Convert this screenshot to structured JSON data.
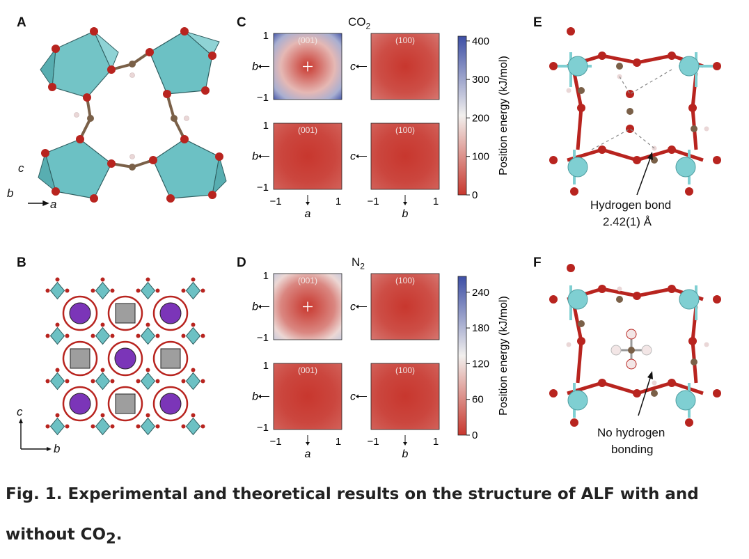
{
  "panels": {
    "A": {
      "label": "A",
      "axis_c": "c",
      "axis_b": "b",
      "axis_a": "a"
    },
    "B": {
      "label": "B",
      "axis_c": "c",
      "axis_b": "b"
    },
    "C": {
      "label": "C",
      "title": "CO",
      "title_sub": "2"
    },
    "D": {
      "label": "D",
      "title": "N",
      "title_sub": "2"
    },
    "E": {
      "label": "E",
      "annotation_line1": "Hydrogen bond",
      "annotation_line2": "2.42(1) Å"
    },
    "F": {
      "label": "F",
      "annotation_line1": "No hydrogen",
      "annotation_line2": "bonding"
    }
  },
  "heatmaps": {
    "top_tag_left": "(001)",
    "top_tag_right": "(100)",
    "ylabel_left": "b",
    "ylabel_right": "c",
    "xlabel_left": "a",
    "xlabel_right": "b",
    "tick_pos": "1",
    "tick_neg": "−1"
  },
  "colorbar_C": {
    "label": "Position energy (kJ/mol)",
    "ticks": [
      "0",
      "100",
      "200",
      "300",
      "400"
    ]
  },
  "colorbar_D": {
    "label": "Position energy (kJ/mol)",
    "ticks": [
      "0",
      "60",
      "120",
      "180",
      "240"
    ]
  },
  "caption": {
    "line1": "Fig. 1. Experimental and theoretical results on the structure of ALF with and",
    "line2_prefix": "without CO",
    "line2_sub": "2",
    "line2_suffix": "."
  },
  "colors": {
    "oxygen": "#b8241f",
    "carbon": "#7a6048",
    "hydrogen": "#ead7d7",
    "aluminum": "#7fcfd2",
    "polyhedron": "#6cc1c4",
    "pore_purple": "#7b35b8",
    "pore_gray": "#9e9e9e",
    "heat_low": "#c8372e",
    "heat_mid": "#f2f0ee",
    "heat_high": "#3d4fa6"
  }
}
